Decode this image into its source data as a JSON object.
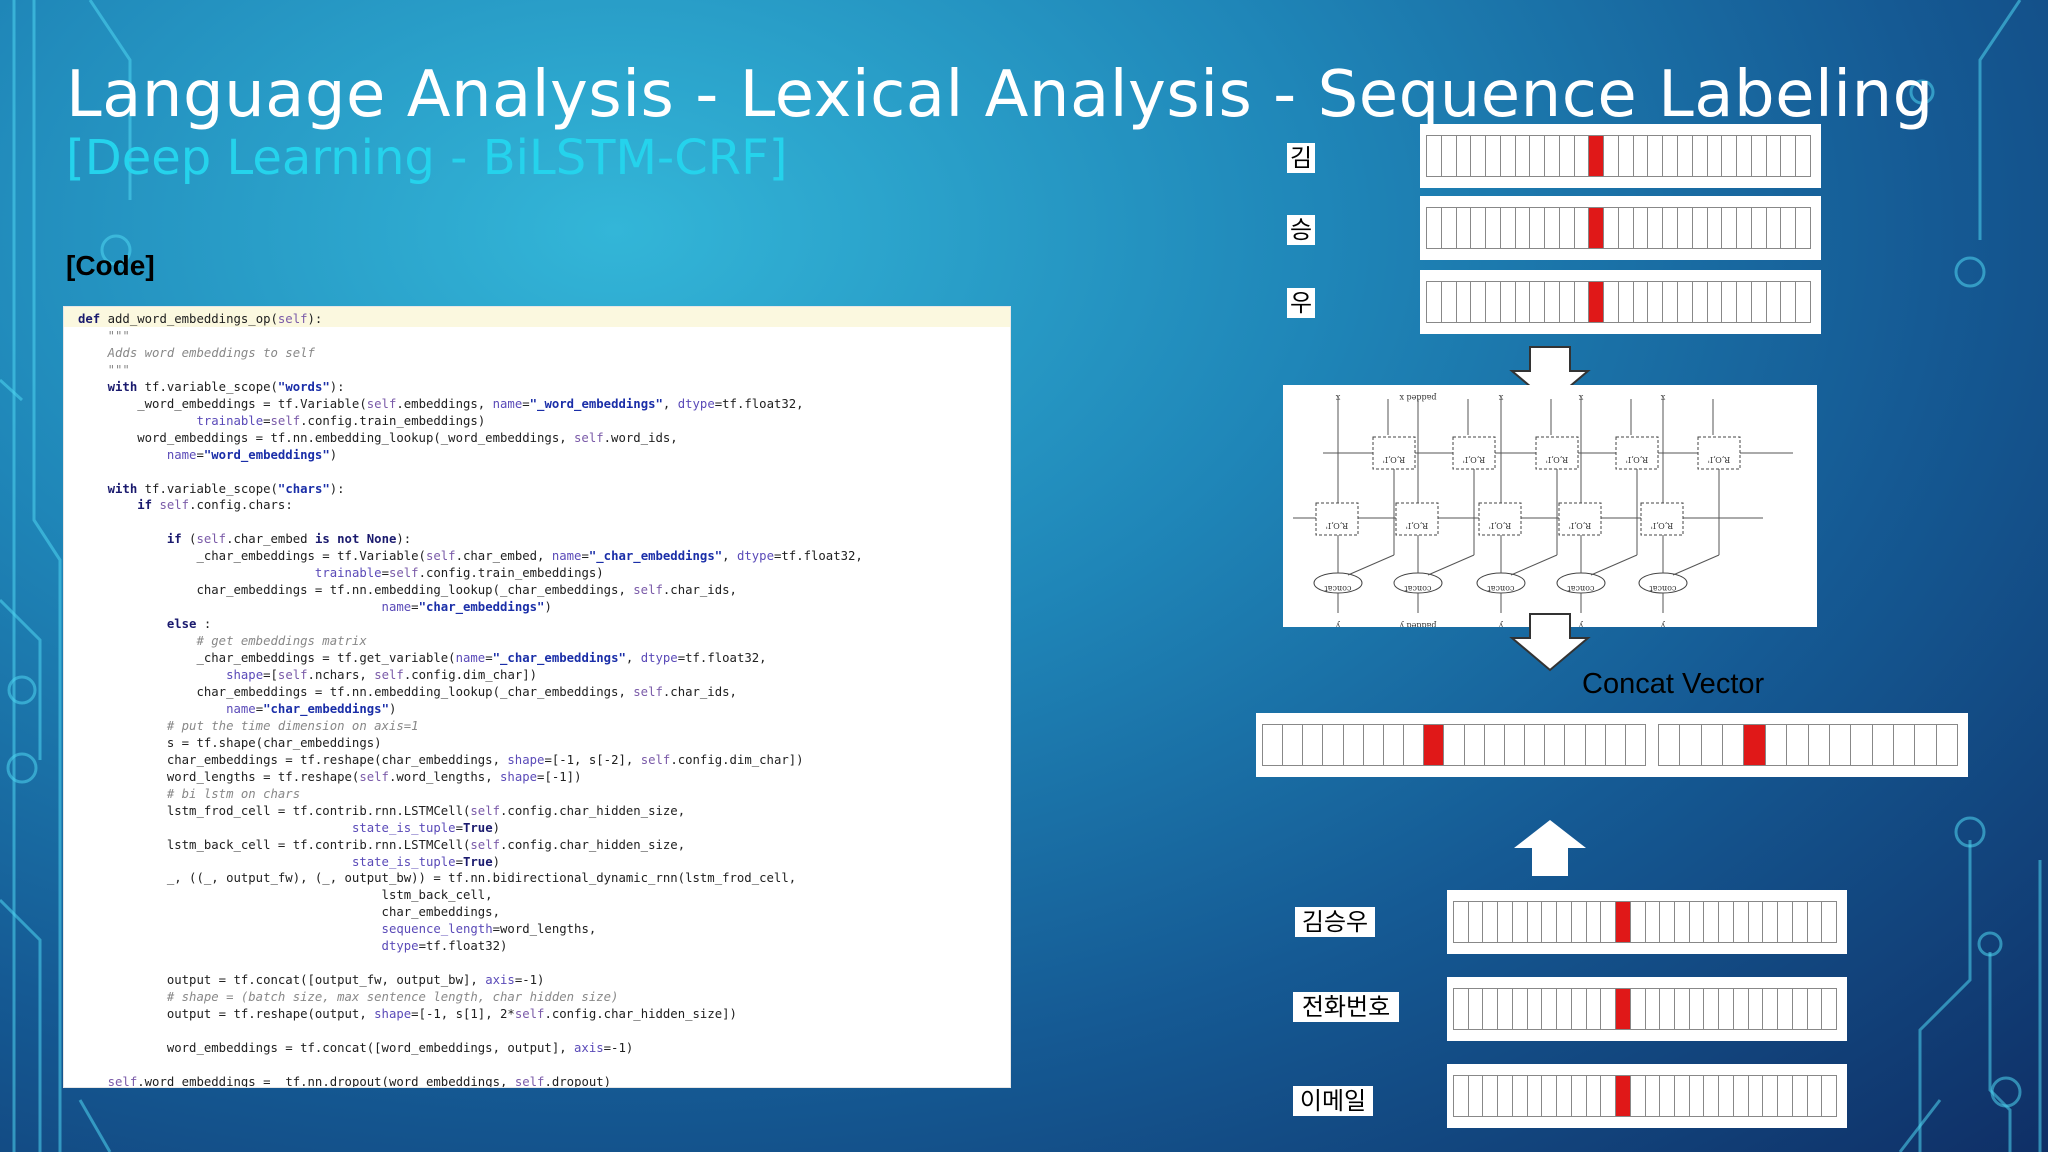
{
  "slide": {
    "title": "Language Analysis - Lexical Analysis - Sequence Labeling",
    "subtitle": "[Deep Learning - BiLSTM-CRF]",
    "code_heading": "[Code]"
  },
  "code_lines": [
    "def add_word_embeddings_op(self):",
    "    \"\"\"",
    "    Adds word embeddings to self",
    "    \"\"\"",
    "    with tf.variable_scope(\"words\"):",
    "        _word_embeddings = tf.Variable(self.embeddings, name=\"_word_embeddings\", dtype=tf.float32,",
    "                trainable=self.config.train_embeddings)",
    "        word_embeddings = tf.nn.embedding_lookup(_word_embeddings, self.word_ids,",
    "            name=\"word_embeddings\")",
    "",
    "    with tf.variable_scope(\"chars\"):",
    "        if self.config.chars:",
    "",
    "            if (self.char_embed is not None):",
    "                _char_embeddings = tf.Variable(self.char_embed, name=\"_char_embeddings\", dtype=tf.float32,",
    "                                trainable=self.config.train_embeddings)",
    "                char_embeddings = tf.nn.embedding_lookup(_char_embeddings, self.char_ids,",
    "                                         name=\"char_embeddings\")",
    "            else :",
    "                # get embeddings matrix",
    "                _char_embeddings = tf.get_variable(name=\"_char_embeddings\", dtype=tf.float32,",
    "                    shape=[self.nchars, self.config.dim_char])",
    "                char_embeddings = tf.nn.embedding_lookup(_char_embeddings, self.char_ids,",
    "                    name=\"char_embeddings\")",
    "            # put the time dimension on axis=1",
    "            s = tf.shape(char_embeddings)",
    "            char_embeddings = tf.reshape(char_embeddings, shape=[-1, s[-2], self.config.dim_char])",
    "            word_lengths = tf.reshape(self.word_lengths, shape=[-1])",
    "            # bi lstm on chars",
    "            lstm_frod_cell = tf.contrib.rnn.LSTMCell(self.config.char_hidden_size,",
    "                                     state_is_tuple=True)",
    "            lstm_back_cell = tf.contrib.rnn.LSTMCell(self.config.char_hidden_size,",
    "                                     state_is_tuple=True)",
    "            _, ((_, output_fw), (_, output_bw)) = tf.nn.bidirectional_dynamic_rnn(lstm_frod_cell,",
    "                                         lstm_back_cell,",
    "                                         char_embeddings,",
    "                                         sequence_length=word_lengths,",
    "                                         dtype=tf.float32)",
    "",
    "            output = tf.concat([output_fw, output_bw], axis=-1)",
    "            # shape = (batch size, max sentence length, char hidden size)",
    "            output = tf.reshape(output, shape=[-1, s[1], 2*self.config.char_hidden_size])",
    "",
    "            word_embeddings = tf.concat([word_embeddings, output], axis=-1)",
    "",
    "    self.word_embeddings =  tf.nn.dropout(word_embeddings, self.dropout)"
  ],
  "char_tokens": [
    "김",
    "승",
    "우"
  ],
  "word_tokens": [
    "김승우",
    "전화번호",
    "이메일"
  ],
  "concat_label": "Concat Vector",
  "diagram": {
    "top_labels": [
      "x",
      "padded x",
      "x",
      "x",
      "x",
      "x"
    ],
    "bottom_labels": [
      "y",
      "padded y",
      "y",
      "y",
      "y",
      "y"
    ],
    "cell_label": "R,O,I'",
    "concat_label": "concat"
  },
  "colors": {
    "accent": "#25d3ec",
    "highlight_cell": "#e01818",
    "circuit": "#4fd6f0"
  },
  "icons": {
    "arrow_down": "arrow-down-icon",
    "arrow_up": "arrow-up-icon"
  }
}
